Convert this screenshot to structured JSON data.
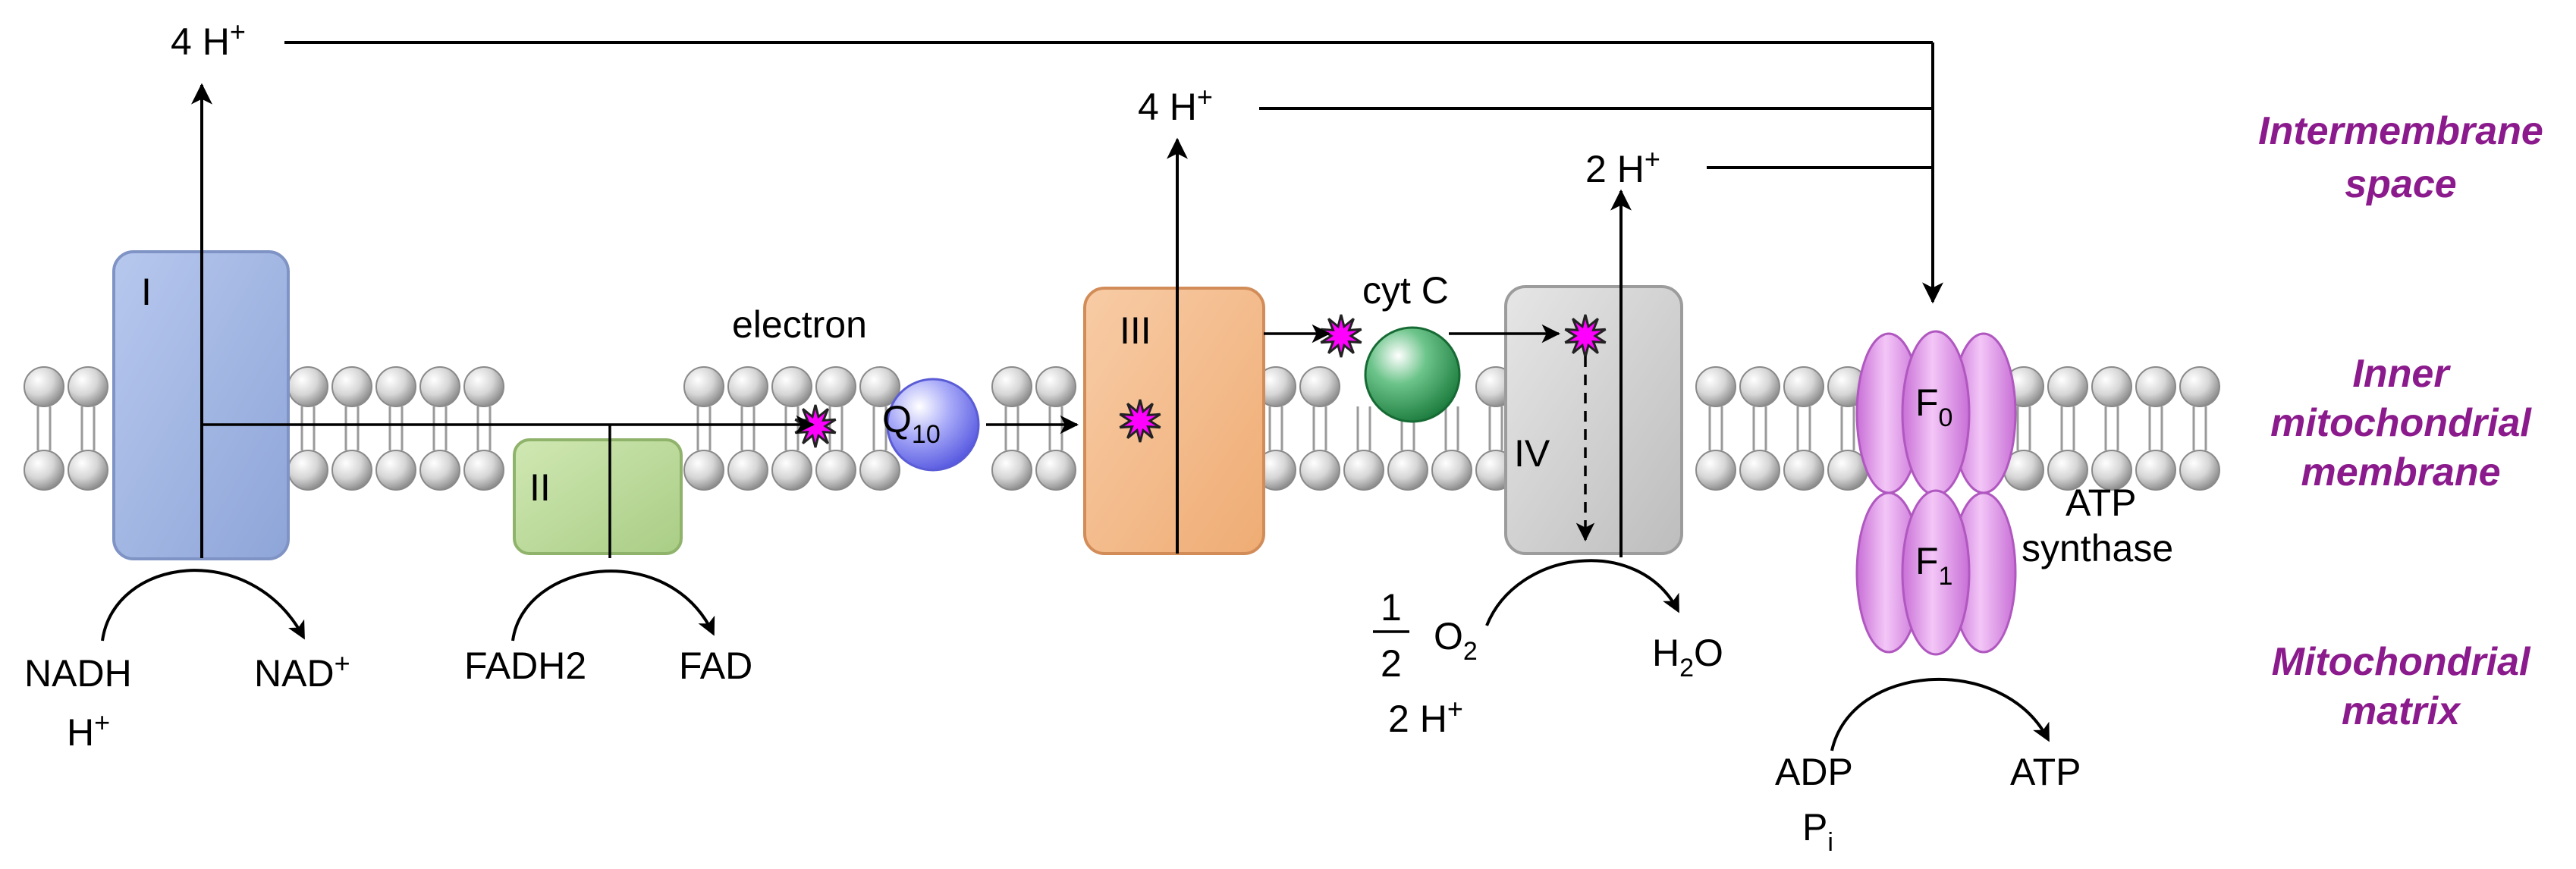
{
  "complexes": {
    "I": "I",
    "II": "II",
    "III": "III",
    "IV": "IV"
  },
  "protons": {
    "top_complex_I": [
      "4 H",
      "+"
    ],
    "top_complex_III": [
      "4 H",
      "+"
    ],
    "top_complex_IV": [
      "2 H",
      "+"
    ]
  },
  "carriers": {
    "electron_label": "electron",
    "q10": [
      "Q",
      "10"
    ],
    "cytc": "cyt C"
  },
  "atp_synthase": {
    "f0": [
      "F",
      "0"
    ],
    "f1": [
      "F",
      "1"
    ],
    "label_lines": [
      "ATP",
      "synthase"
    ]
  },
  "reactions": {
    "nadh": "NADH",
    "nadh_h": [
      "H",
      "+"
    ],
    "nad": [
      "NAD",
      "+"
    ],
    "fadh2": "FADH2",
    "fad": "FAD",
    "half_num": "1",
    "half_den": "2",
    "o2": [
      "O",
      "2"
    ],
    "two_h": [
      "2 H",
      "+"
    ],
    "h2o": [
      "H",
      "2",
      "O"
    ],
    "adp": "ADP",
    "pi": [
      "P",
      "i"
    ],
    "atp": "ATP"
  },
  "regions": {
    "intermembrane": [
      "Intermembrane",
      "space"
    ],
    "inner": [
      "Inner",
      "mitochondrial",
      "membrane"
    ],
    "matrix": [
      "Mitochondrial",
      "matrix"
    ]
  },
  "colors": {
    "complex_I": "#9fb3df",
    "complex_II": "#bcd99a",
    "complex_III": "#f3bb8c",
    "complex_IV": "#d4d4d4",
    "q10": "#8a8cf5",
    "cytc": "#2e9a55",
    "atp_synthase": "#e79cf0",
    "star": "#ff00ff",
    "region_text": "#8b1a8c"
  }
}
